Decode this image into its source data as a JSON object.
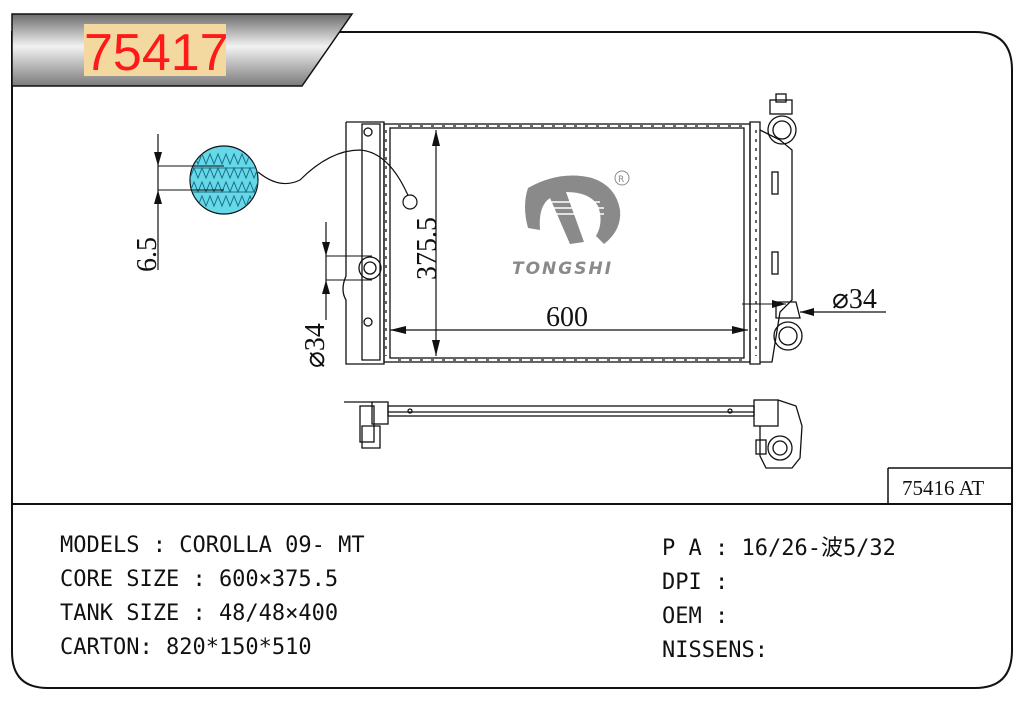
{
  "model_code": "75417",
  "variant_code": "75416 AT",
  "brand": {
    "name": "TONGSHI",
    "registered_mark": "R"
  },
  "dimensions": {
    "fin_pitch": "6.5",
    "core_height": "375.5",
    "core_width": "600",
    "inlet_pipe": "⌀34",
    "outlet_pipe": "⌀34"
  },
  "specs_left": [
    "MODELS : COROLLA 09- MT",
    "CORE SIZE : 600×375.5",
    "TANK SIZE : 48/48×400",
    "CARTON: 820*150*510"
  ],
  "specs_right": [
    "P A : 16/26-波5/32",
    "DPI :",
    "OEM :",
    "NISSENS:"
  ],
  "colors": {
    "title_text": "#ff1a1a",
    "title_highlight": "#f3d9a0",
    "fin_fill": "#66d9e8",
    "logo_gray": "#8a8a8a",
    "line": "#111111"
  }
}
